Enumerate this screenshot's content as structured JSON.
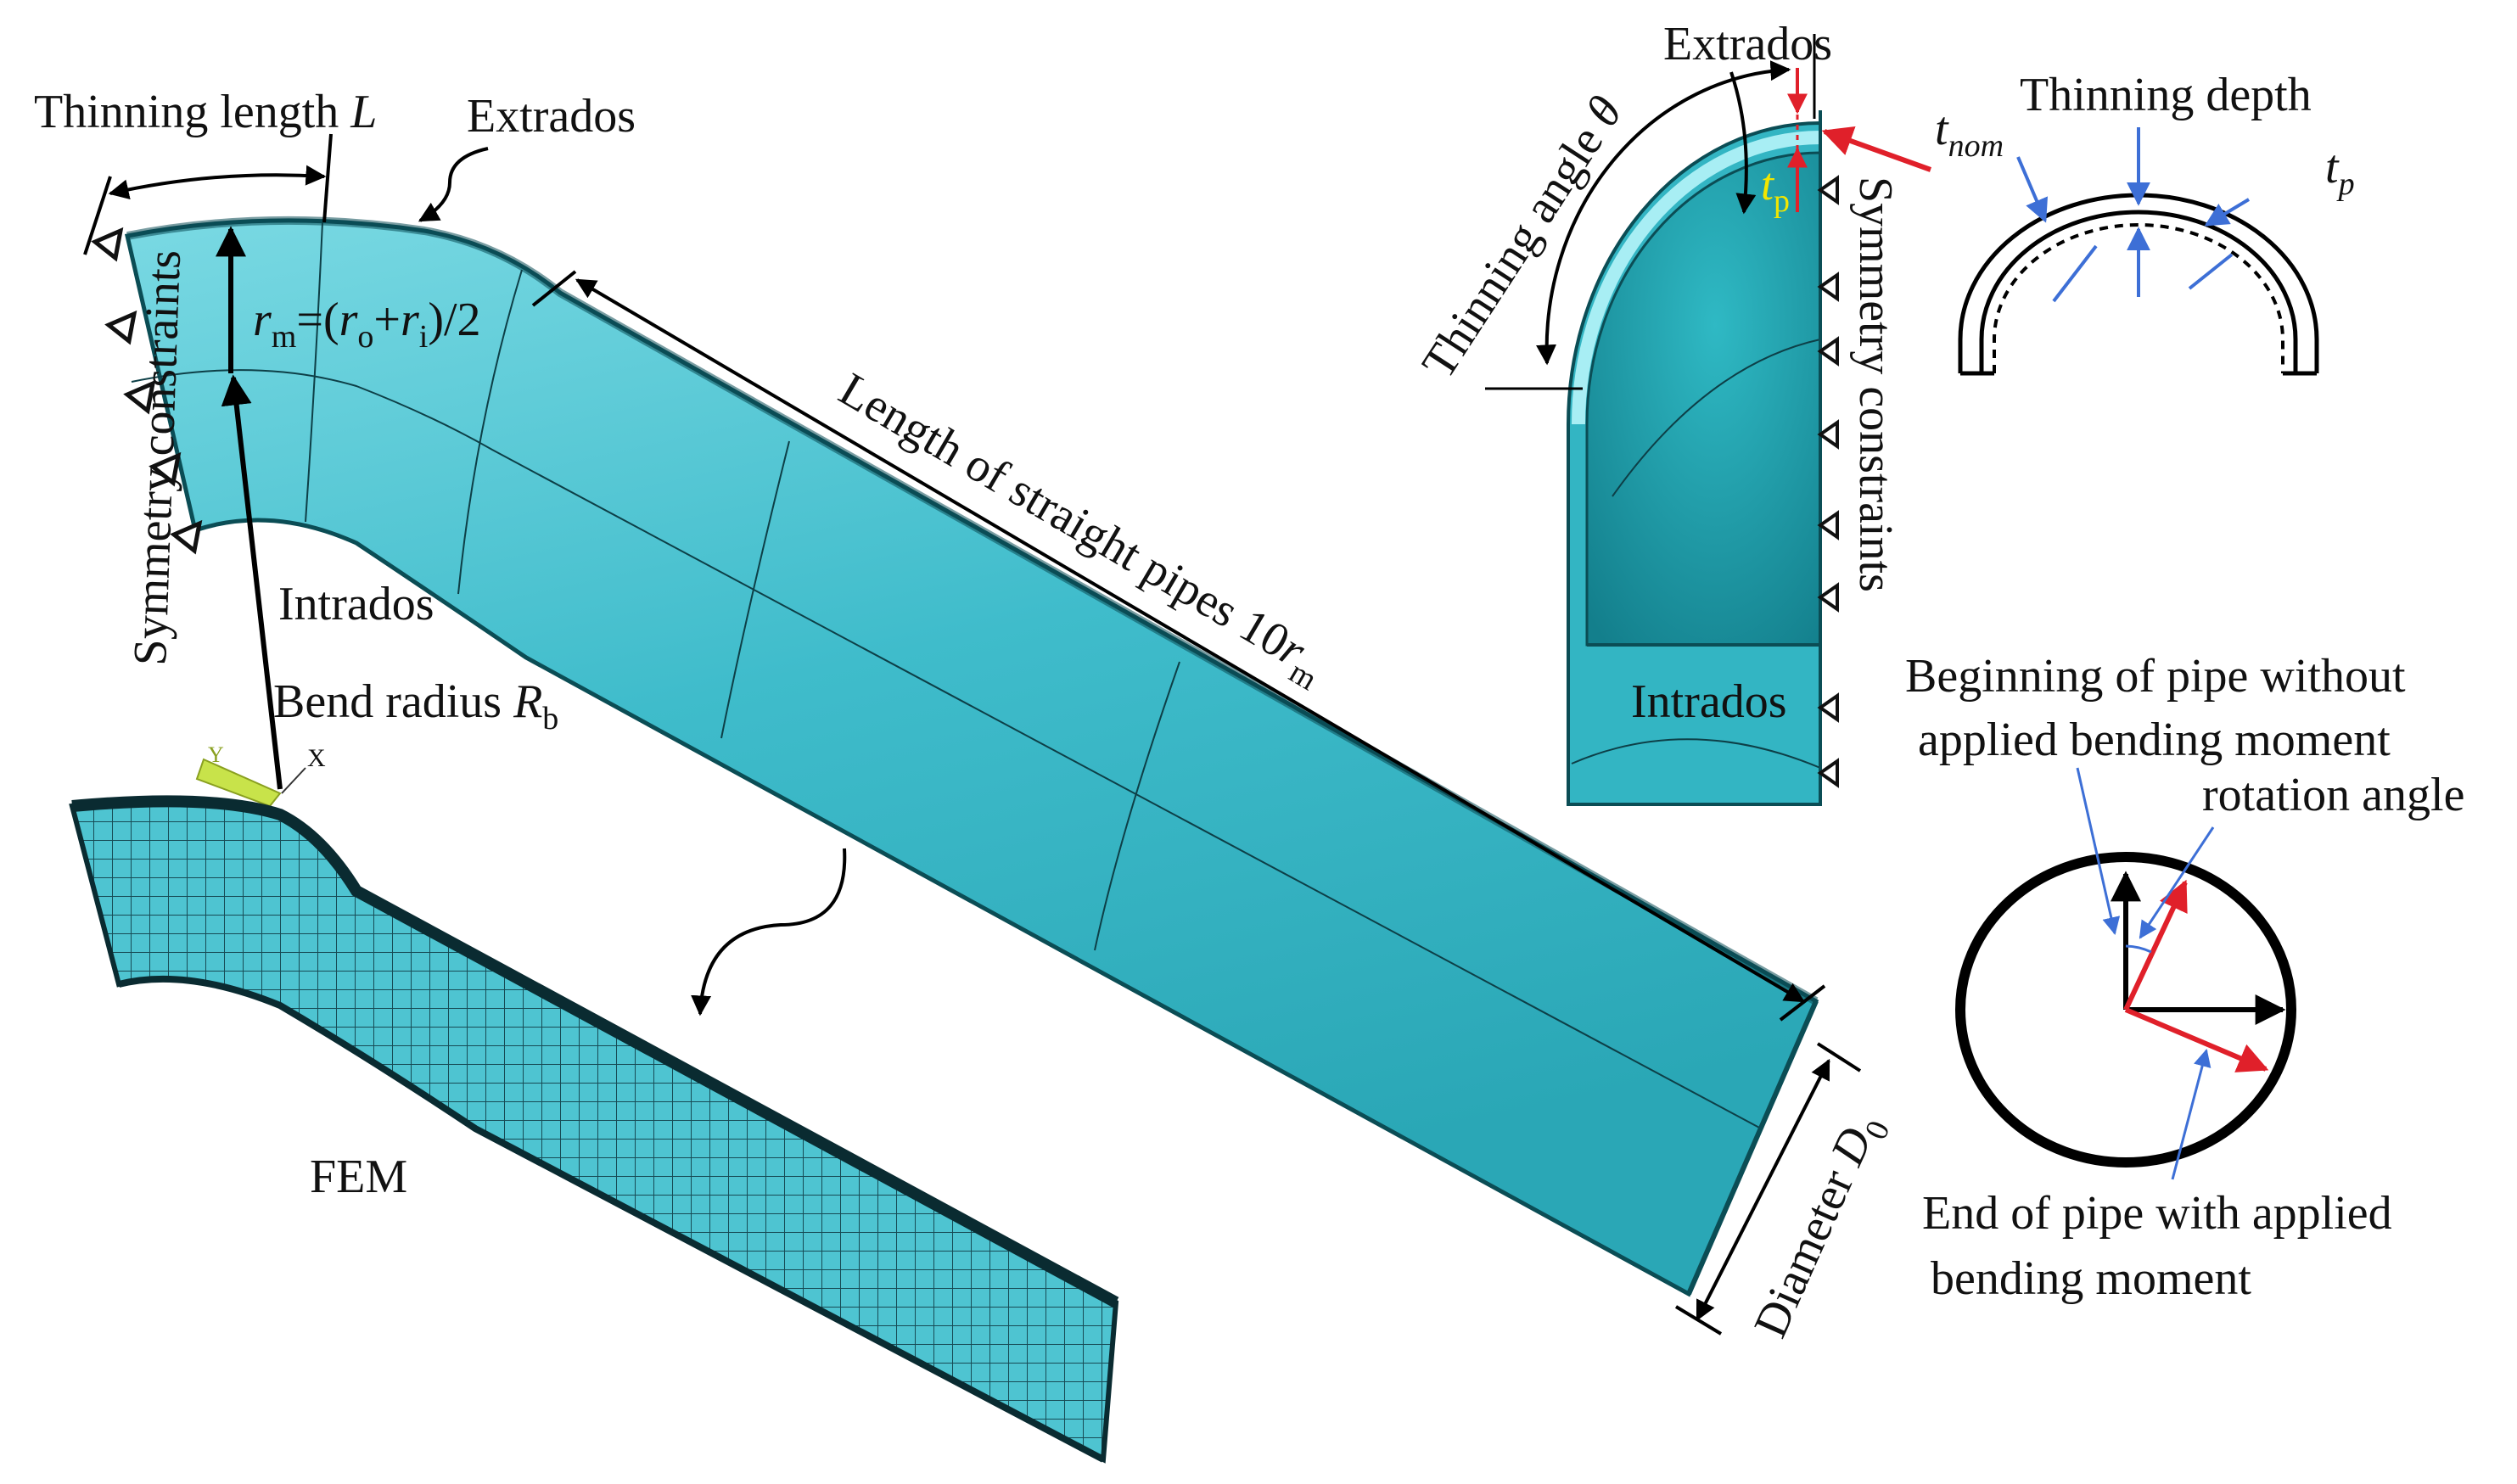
{
  "labels": {
    "thinning_length_text": "Thinning length ",
    "thinning_length_sym": "L",
    "extrados_main": "Extrados",
    "symmetry_left": "Symmetry constraints",
    "rm_r": "r",
    "rm_sub": "m",
    "rm_eq": "=(",
    "ro_r": "r",
    "ro_sub": "o",
    "plus": "+",
    "ri_r": "r",
    "ri_sub": "i",
    "rm_tail": ")/2",
    "intrados_main": "Intrados",
    "bend_radius_text": "Bend radius ",
    "bend_R": "R",
    "bend_sub": "b",
    "straight_text": "Length of straight pipes 10",
    "straight_r": "r",
    "straight_sub": "m",
    "fem": "FEM",
    "diameter_text": "Diameter ",
    "diameter_D": "D",
    "diameter_sub": "0",
    "axis_x": "X",
    "axis_y": "Y",
    "extrados_section": "Extrados",
    "thinning_angle_text": "Thinning angle ",
    "thinning_angle_sym": "θ",
    "tp_t": "t",
    "tp_sub": "p",
    "symmetry_right": "Symmetry constraints",
    "intrados_section": "Intrados",
    "tnom_t": "t",
    "tnom_sub": "nom",
    "thinning_depth": "Thinning depth",
    "tp2_t": "t",
    "tp2_sub": "p",
    "rot_begin_1": "Beginning of pipe without",
    "rot_begin_2": "applied bending moment",
    "rot_angle": "rotation angle",
    "rot_end_1": "End of pipe with applied",
    "rot_end_2": "bending moment"
  },
  "colors": {
    "pipe": "#3fbccb",
    "pipe_light": "#6fd6e1",
    "pipe_dark": "#1e8f9c",
    "pipe_edge": "#0b4d55",
    "accent_red": "#e0202a",
    "leader_blue": "#3d6fd6",
    "tp_yellow": "#f2e600",
    "triad": "#c8e34a"
  }
}
